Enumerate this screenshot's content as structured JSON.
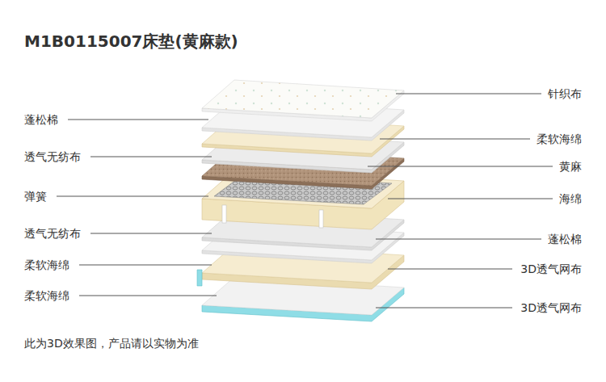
{
  "diagram": {
    "title": "M1B0115007床垫(黄麻款)",
    "caption": "此为3D效果图，产品请以实物为准",
    "labels": [
      "针织布",
      "蓬松棉",
      "柔软海绵",
      "透气无纺布",
      "黄麻",
      "弹簧",
      "海绵",
      "透气无纺布",
      "蓬松棉",
      "柔软海绵",
      "3D透气网布",
      "柔软海绵",
      "3D透气网布"
    ]
  }
}
